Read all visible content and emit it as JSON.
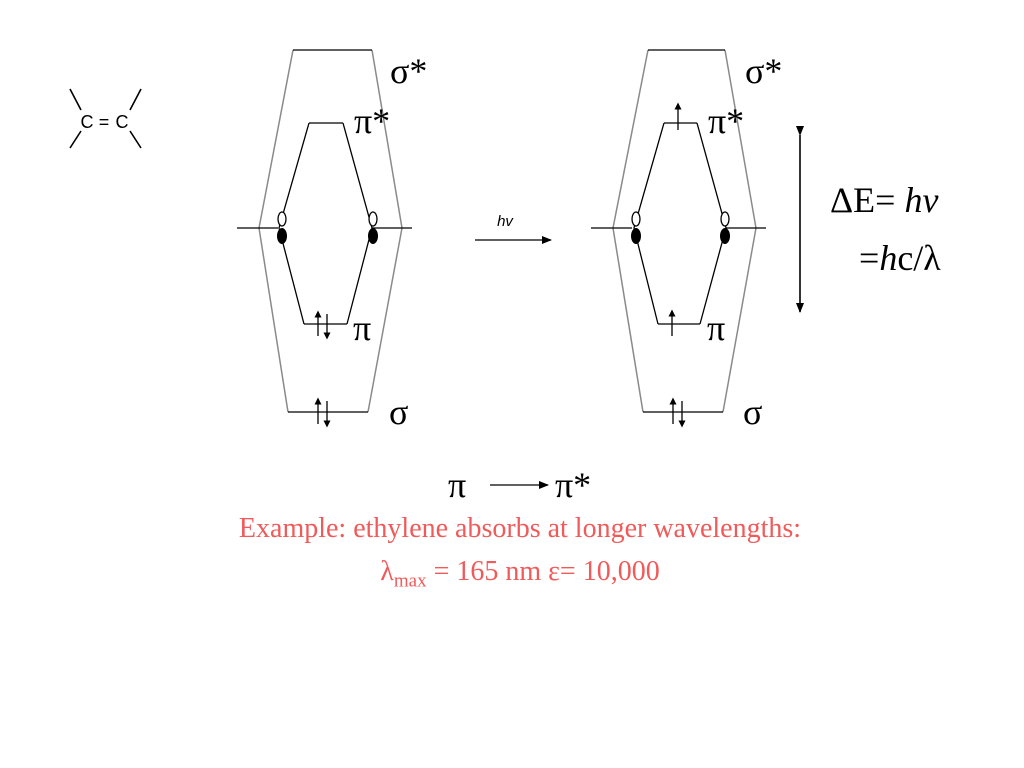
{
  "molecule": {
    "left_carbon": "C",
    "bond": "=",
    "right_carbon": "C"
  },
  "left_diagram": {
    "sigma_star": "σ*",
    "pi_star": "π*",
    "pi": "π",
    "sigma": "σ"
  },
  "right_diagram": {
    "sigma_star": "σ*",
    "pi_star": "π*",
    "pi": "π",
    "sigma": "σ"
  },
  "excitation_arrow_label": "hv",
  "energy": {
    "delta": "Δ",
    "e_eq": "E= ",
    "hv": "hv",
    "eq": "=",
    "h": "h",
    "c_over": "c/",
    "lambda": "λ"
  },
  "transition": {
    "from": "π",
    "to": "π*"
  },
  "caption": {
    "line1": "Example:  ethylene absorbs at longer wavelengths:",
    "lambda": "λ",
    "lambda_sub": "max",
    "line2_rest": " = 165 nm ε= 10,000"
  },
  "colors": {
    "caption": "#f05a5a",
    "outer_hexagon": "#8a8a8a",
    "lines": "#000000"
  }
}
